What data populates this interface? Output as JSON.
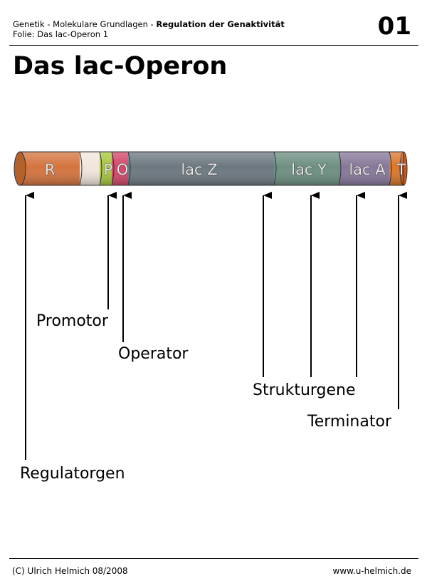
{
  "header": {
    "breadcrumb_plain": "Genetik - Molekulare Grundlagen - ",
    "breadcrumb_bold": "Regulation der Genaktivität",
    "slide_label": "Folie: Das lac-Operon 1",
    "slide_number": "01"
  },
  "title": "Das lac-Operon",
  "diagram": {
    "segments": [
      {
        "id": "R",
        "label": "R",
        "color": "#d4743f"
      },
      {
        "id": "spacer",
        "label": "",
        "color": "#f1e6dc"
      },
      {
        "id": "P",
        "label": "P",
        "color": "#a9c63f"
      },
      {
        "id": "O",
        "label": "O",
        "color": "#d2486a"
      },
      {
        "id": "lacZ",
        "label": "lac Z",
        "color": "#6c7880"
      },
      {
        "id": "lacY",
        "label": "lac Y",
        "color": "#6d8f82"
      },
      {
        "id": "lacA",
        "label": "lac A",
        "color": "#86789a"
      },
      {
        "id": "T",
        "label": "T",
        "color": "#d9772c"
      }
    ],
    "labels": {
      "promotor": "Promotor",
      "operator": "Operator",
      "strukturgene": "Strukturgene",
      "terminator": "Terminator",
      "regulatorgen": "Regulatorgen"
    }
  },
  "footer": {
    "copyright": "(C) Ulrich Helmich 08/2008",
    "website": "www.u-helmich.de"
  }
}
